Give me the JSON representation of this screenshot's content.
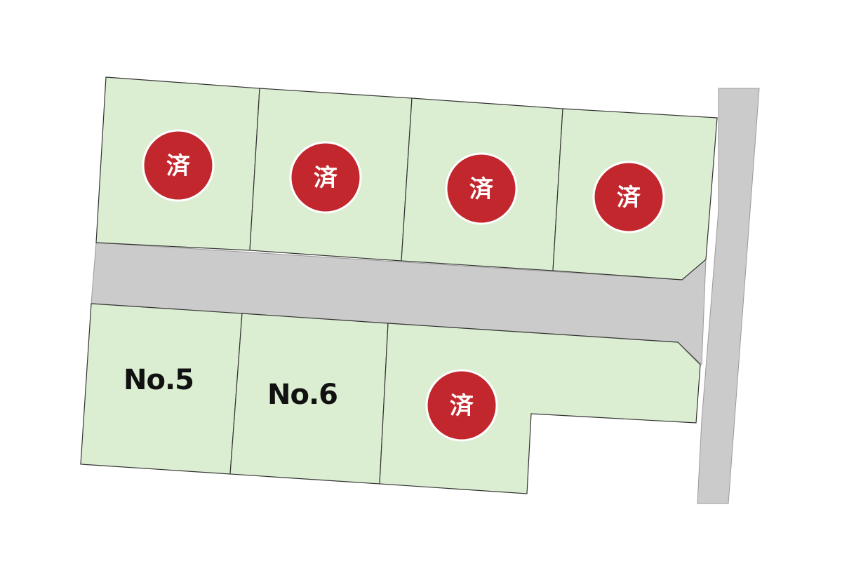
{
  "colors": {
    "lot_fill": "#dceed2",
    "road_fill": "#cbcbcb",
    "sold_badge": "#c1272d",
    "badge_text": "#ffffff",
    "lot_number_text": "#111111",
    "background": "#ffffff"
  },
  "lots": {
    "lot1": {
      "status_label": "済"
    },
    "lot2": {
      "status_label": "済"
    },
    "lot3": {
      "status_label": "済"
    },
    "lot4": {
      "status_label": "済"
    },
    "lot5": {
      "label": "No.5"
    },
    "lot6": {
      "label": "No.6"
    },
    "lot7": {
      "status_label": "済"
    }
  }
}
